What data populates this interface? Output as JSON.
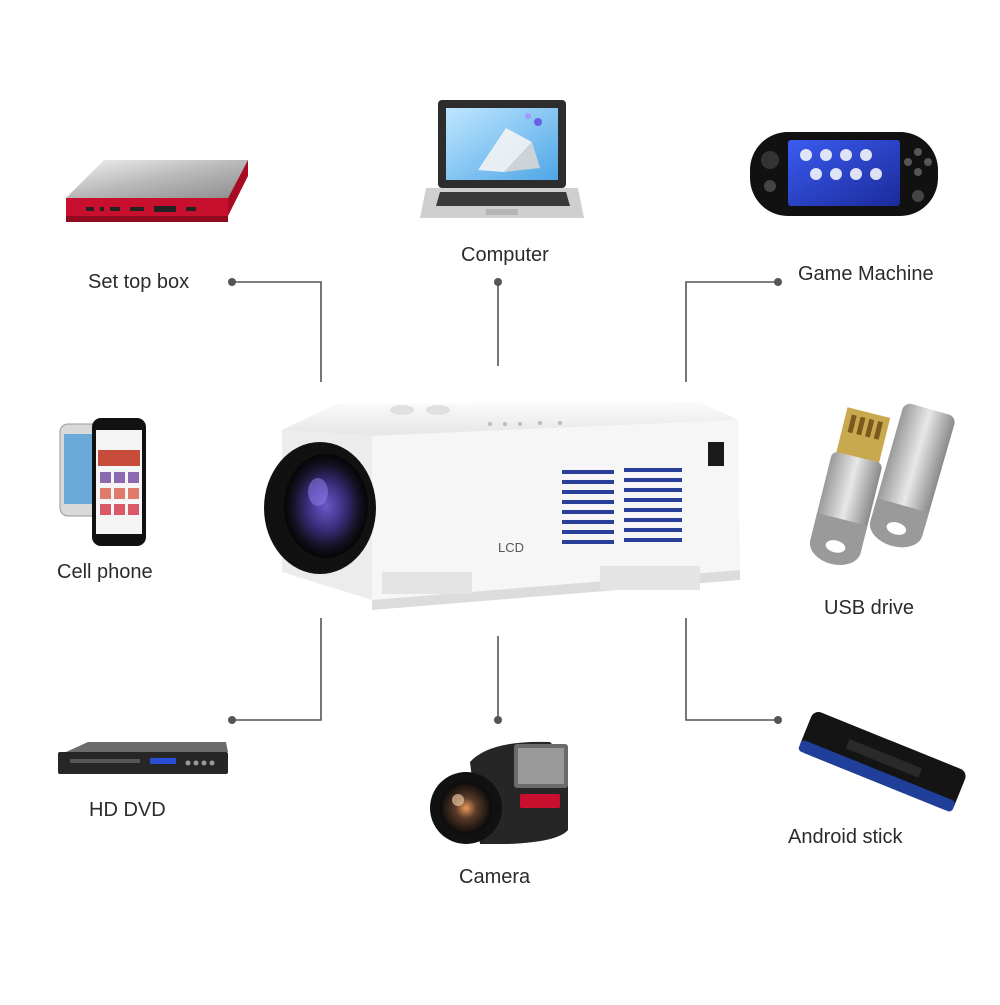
{
  "devices": {
    "set_top_box": {
      "label": "Set top box"
    },
    "computer": {
      "label": "Computer"
    },
    "game_machine": {
      "label": "Game Machine"
    },
    "cell_phone": {
      "label": "Cell phone"
    },
    "usb_drive": {
      "label": "USB drive"
    },
    "hd_dvd": {
      "label": "HD DVD"
    },
    "camera": {
      "label": "Camera"
    },
    "android_stick": {
      "label": "Android stick"
    }
  },
  "projector": {
    "badge": "LCD"
  },
  "colors": {
    "connector": "#555555",
    "accent_red": "#c8102e",
    "screen_blue": "#2a4fd6"
  }
}
